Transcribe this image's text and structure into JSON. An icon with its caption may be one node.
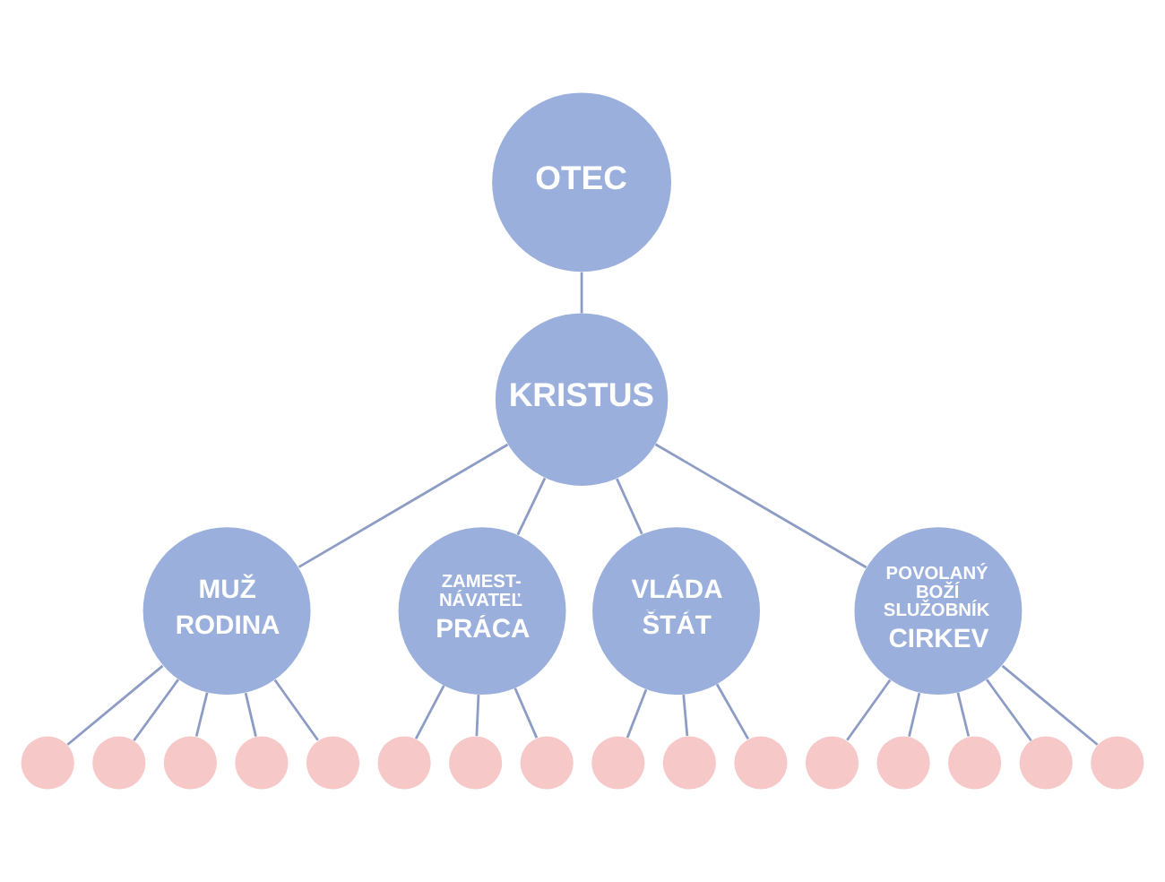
{
  "diagram": {
    "nodes": [
      {
        "text": [
          "OTEC"
        ]
      },
      {
        "text": [
          "KRISTUS"
        ]
      },
      {
        "text": [
          "MUŽ",
          "RODINA"
        ]
      },
      {
        "text": [
          "ZAMEST- NÁVATEĽ",
          "PRÁCA"
        ]
      },
      {
        "text": [
          "VLÁDA",
          "ŠTÁT"
        ]
      },
      {
        "text": [
          "POVOLANÝ BOŽÍ SLUŽOBNÍK",
          "CIRKEV"
        ]
      },
      {
        "text": [],
        "shape": "circle"
      },
      {
        "text": [],
        "shape": "circle"
      },
      {
        "text": [],
        "shape": "circle"
      },
      {
        "text": [],
        "shape": "circle"
      },
      {
        "text": [],
        "shape": "circle"
      },
      {
        "text": [],
        "shape": "circle"
      },
      {
        "text": [],
        "shape": "circle"
      },
      {
        "text": [],
        "shape": "circle"
      },
      {
        "text": [],
        "shape": "circle"
      },
      {
        "text": [],
        "shape": "circle"
      },
      {
        "text": [],
        "shape": "circle"
      },
      {
        "text": [],
        "shape": "circle"
      },
      {
        "text": [],
        "shape": "circle"
      },
      {
        "text": [],
        "shape": "circle"
      },
      {
        "text": [],
        "shape": "circle"
      },
      {
        "text": [],
        "shape": "circle"
      }
    ],
    "edges": [
      {
        "from": 0,
        "to": 1,
        "arrow": "none"
      },
      {
        "from": 1,
        "to": 2,
        "arrow": "none"
      },
      {
        "from": 1,
        "to": 3,
        "arrow": "none"
      },
      {
        "from": 1,
        "to": 4,
        "arrow": "none"
      },
      {
        "from": 1,
        "to": 5,
        "arrow": "none"
      },
      {
        "from": 2,
        "to": 6,
        "arrow": "none"
      },
      {
        "from": 2,
        "to": 7,
        "arrow": "none"
      },
      {
        "from": 2,
        "to": 8,
        "arrow": "none"
      },
      {
        "from": 2,
        "to": 9,
        "arrow": "none"
      },
      {
        "from": 2,
        "to": 10,
        "arrow": "none"
      },
      {
        "from": 3,
        "to": 11,
        "arrow": "none"
      },
      {
        "from": 3,
        "to": 12,
        "arrow": "none"
      },
      {
        "from": 3,
        "to": 13,
        "arrow": "none"
      },
      {
        "from": 4,
        "to": 14,
        "arrow": "none"
      },
      {
        "from": 4,
        "to": 15,
        "arrow": "none"
      },
      {
        "from": 4,
        "to": 16,
        "arrow": "none"
      },
      {
        "from": 5,
        "to": 17,
        "arrow": "none"
      },
      {
        "from": 5,
        "to": 18,
        "arrow": "none"
      },
      {
        "from": 5,
        "to": 19,
        "arrow": "none"
      },
      {
        "from": 5,
        "to": 20,
        "arrow": "none"
      },
      {
        "from": 5,
        "to": 21,
        "arrow": "none"
      }
    ]
  }
}
